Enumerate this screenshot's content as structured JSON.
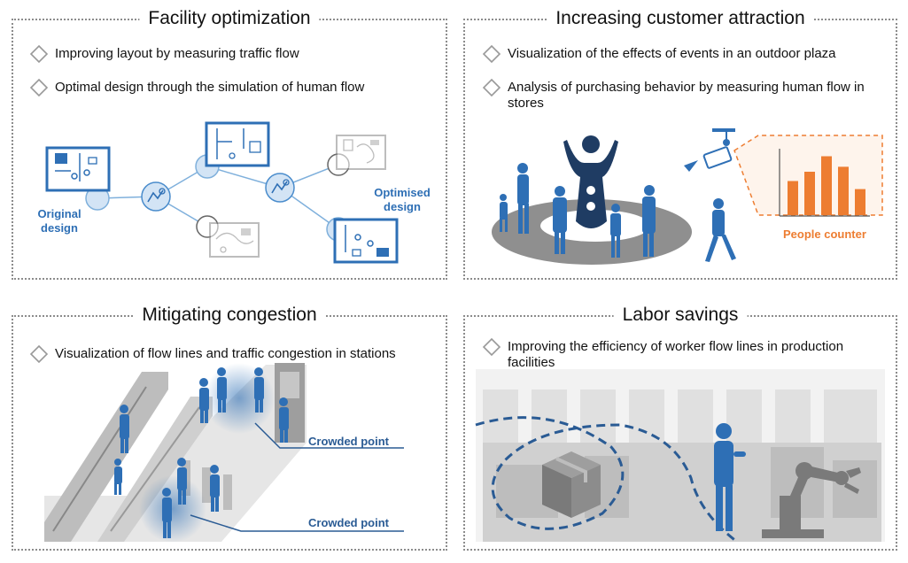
{
  "panels": {
    "facility": {
      "title": "Facility optimization",
      "bullets": [
        "Improving layout by measuring traffic flow",
        "Optimal design through the simulation of human flow"
      ],
      "original_label": "Original\ndesign",
      "optimised_label": "Optimised\ndesign"
    },
    "customer": {
      "title": "Increasing customer attraction",
      "bullets": [
        "Visualization of the effects of events in an outdoor plaza",
        "Analysis of purchasing behavior by measuring human flow in stores"
      ],
      "people_counter_label": "People counter",
      "counter_bars": [
        0.55,
        0.7,
        0.95,
        0.78,
        0.42
      ]
    },
    "congestion": {
      "title": "Mitigating congestion",
      "bullets": [
        "Visualization of flow lines and traffic congestion in stations"
      ],
      "crowded_label_1": "Crowded point",
      "crowded_label_2": "Crowded point"
    },
    "labor": {
      "title": "Labor savings",
      "bullets": [
        "Improving the efficiency of worker flow lines in production facilities"
      ]
    }
  },
  "colors": {
    "blue": "#2e6fb5",
    "dark_blue": "#2a5b94",
    "light_blue": "#c9ddf2",
    "orange": "#ed7d31",
    "gray": "#8c8c8c"
  },
  "icons": [
    "diamond-bullet-icon",
    "floor-plan-icon",
    "analytics-node-icon",
    "camera-icon",
    "box-icon",
    "robot-arm-icon"
  ]
}
